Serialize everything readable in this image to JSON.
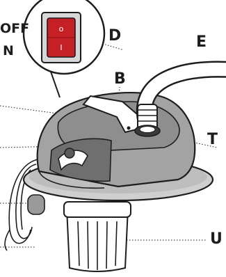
{
  "switch": {
    "off_label": "OFF",
    "on_label": "N",
    "symbol_off": "o",
    "symbol_on": "I",
    "rocker_color": "#c62027"
  },
  "callouts": {
    "d": "D",
    "e": "E",
    "b": "B",
    "t": "T",
    "u": "U"
  },
  "colors": {
    "body_gray": "#a3a3a3",
    "lid_gray": "#8e8e8e",
    "rim_gray": "#cfcfcf",
    "hose_white": "#ffffff",
    "outline": "#1d1d1d"
  }
}
